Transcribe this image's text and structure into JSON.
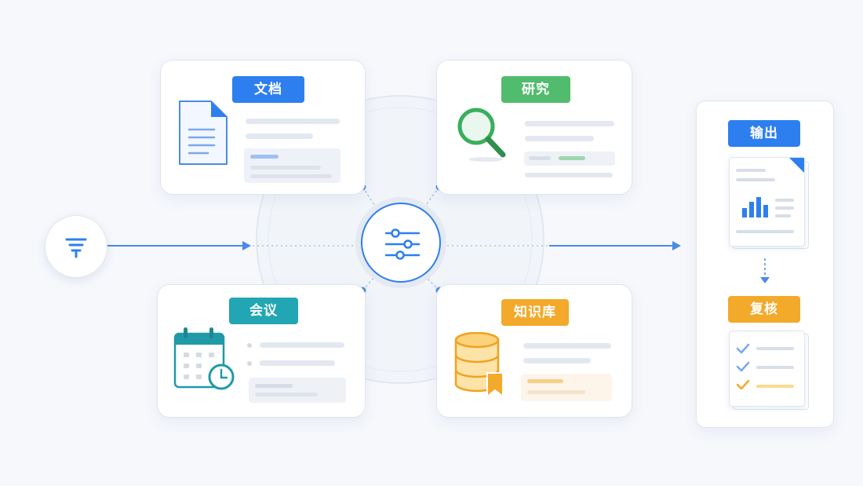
{
  "colors": {
    "doc_blue": "#2d7ff0",
    "research_green": "#52bc6e",
    "meeting_teal": "#22a6b3",
    "knowledge_amber": "#f3a92a",
    "output_blue": "#2d7ff0",
    "review_amber": "#f3a92a",
    "flow_line": "#4a8ae8"
  },
  "hub": {
    "icon": "sliders-icon"
  },
  "input": {
    "icon": "filter-icon"
  },
  "cards": {
    "doc": {
      "label": "文档",
      "icon": "document-icon"
    },
    "research": {
      "label": "研究",
      "icon": "magnifier-icon"
    },
    "meeting": {
      "label": "会议",
      "icon": "calendar-clock-icon"
    },
    "knowledge": {
      "label": "知识库",
      "icon": "database-bookmark-icon"
    }
  },
  "output": {
    "label": "输出",
    "icon": "report-chart-icon",
    "review_label": "复核",
    "review_icon": "checklist-icon"
  }
}
